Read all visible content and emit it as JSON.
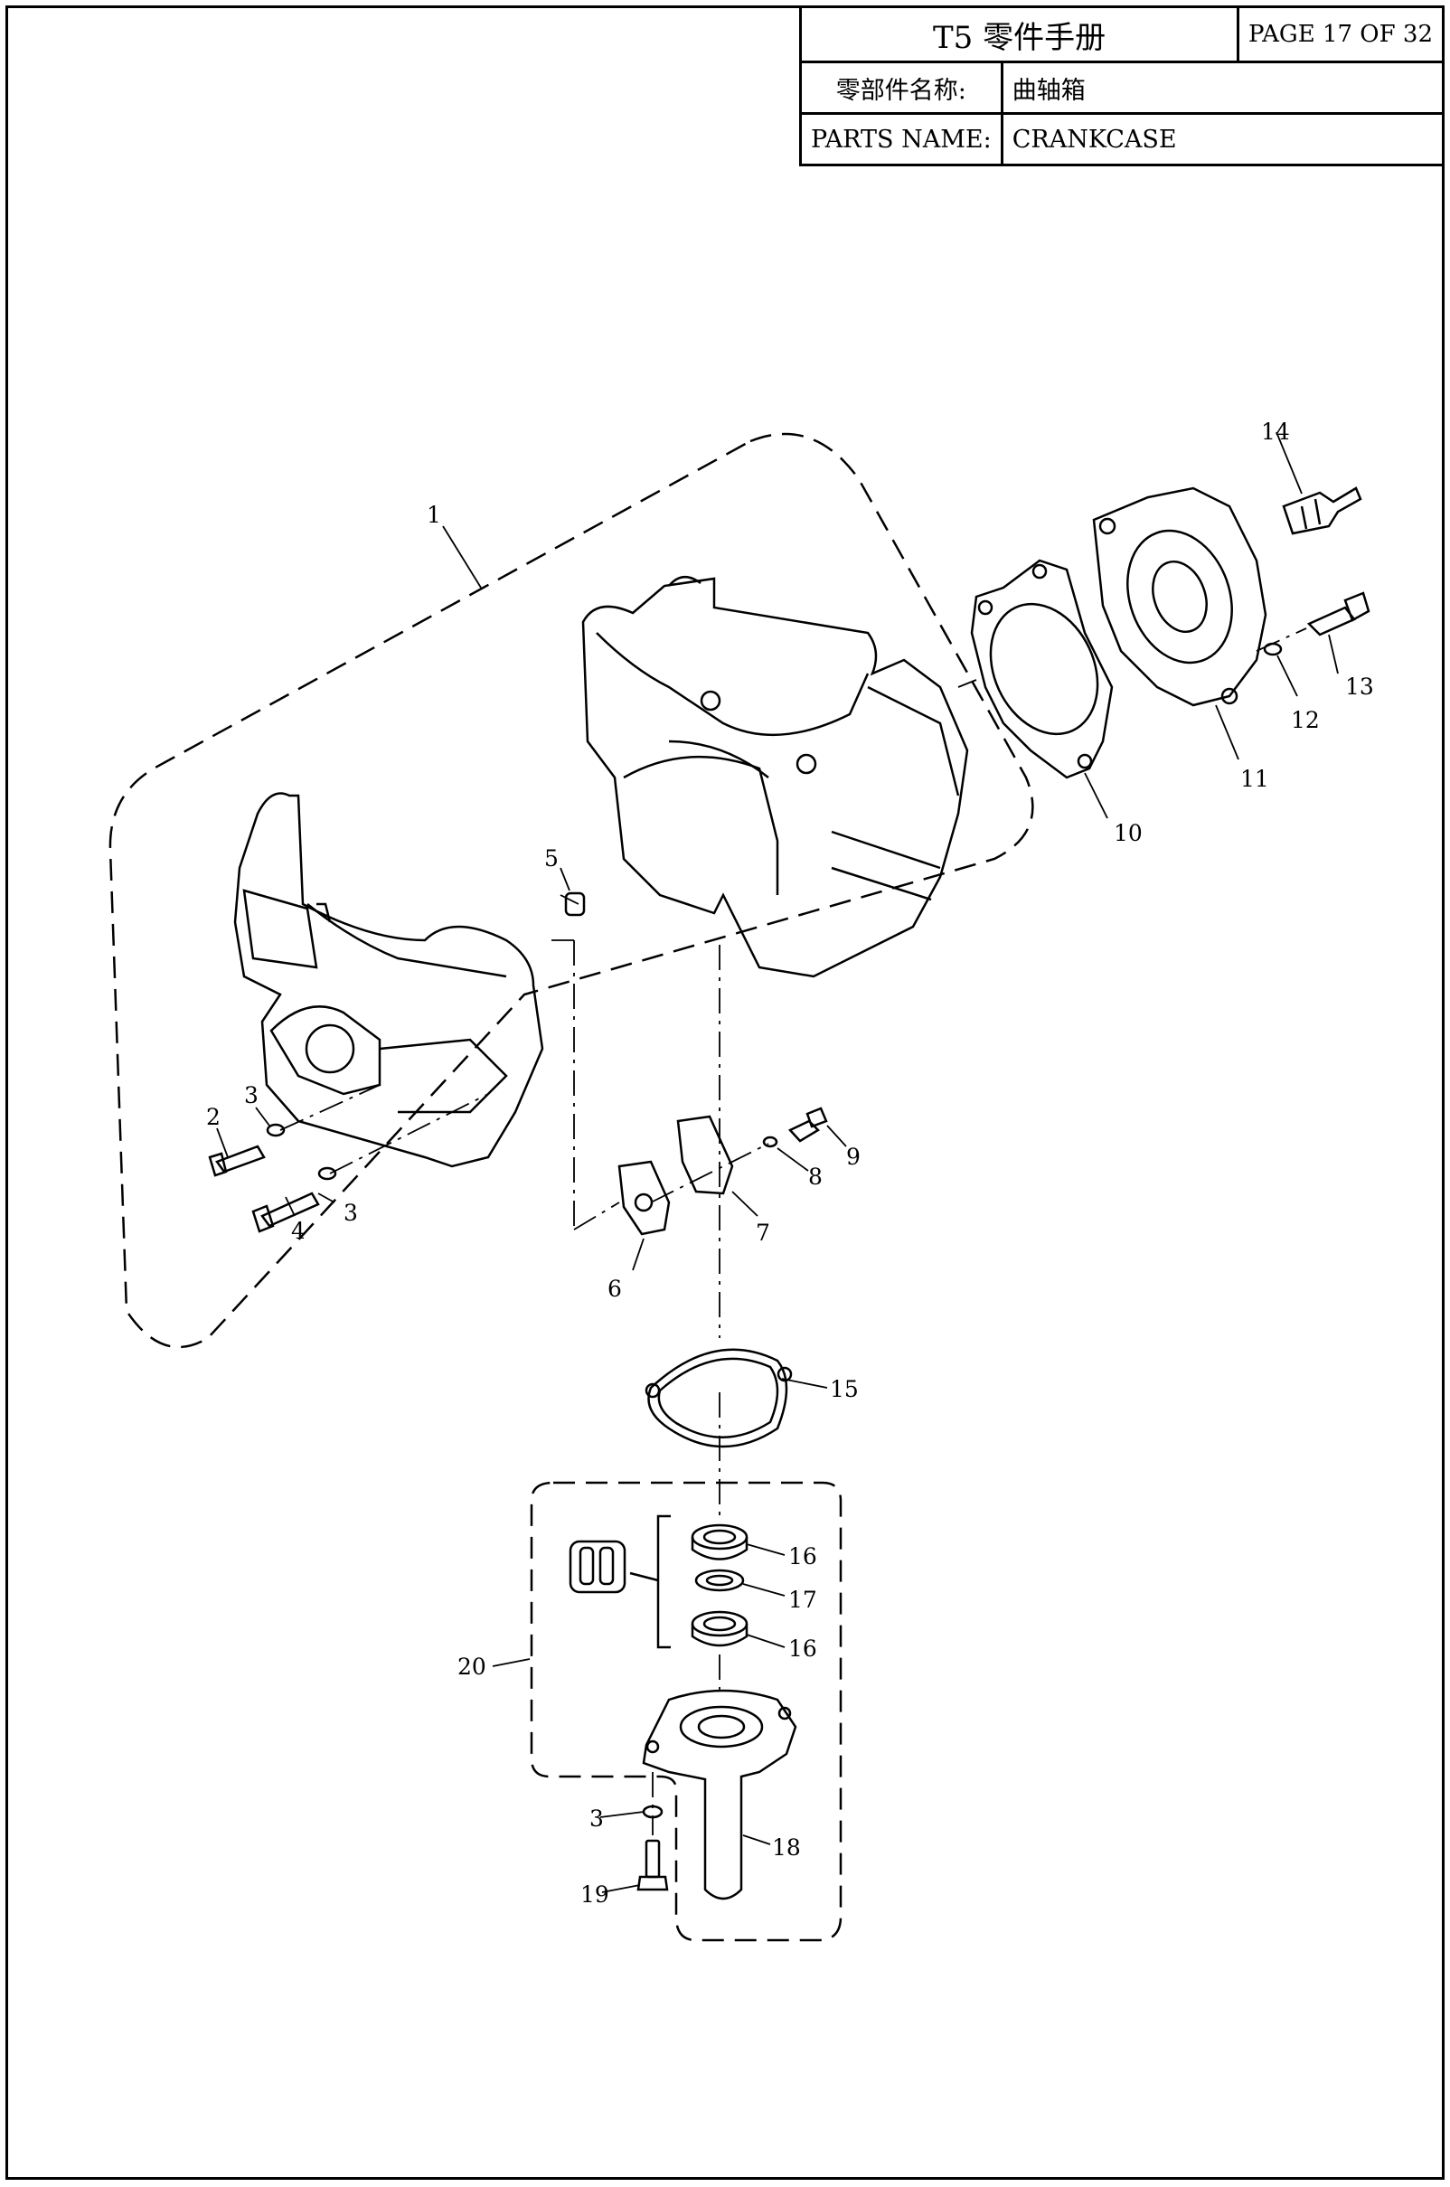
{
  "header": {
    "title": "T5 零件手册",
    "page": "PAGE 17 OF 32",
    "part_name_label_cn": "零部件名称:",
    "part_name_value_cn": "曲轴箱",
    "part_name_label_en": "PARTS NAME:",
    "part_name_value_en": "CRANKCASE"
  },
  "callouts": {
    "c1": "1",
    "c2": "2",
    "c3a": "3",
    "c3b": "3",
    "c3c": "3",
    "c4": "4",
    "c5": "5",
    "c6": "6",
    "c7": "7",
    "c8": "8",
    "c9": "9",
    "c10": "10",
    "c11": "11",
    "c12": "12",
    "c13": "13",
    "c14": "14",
    "c15": "15",
    "c16a": "16",
    "c16b": "16",
    "c17": "17",
    "c18": "18",
    "c19": "19",
    "c20": "20"
  }
}
